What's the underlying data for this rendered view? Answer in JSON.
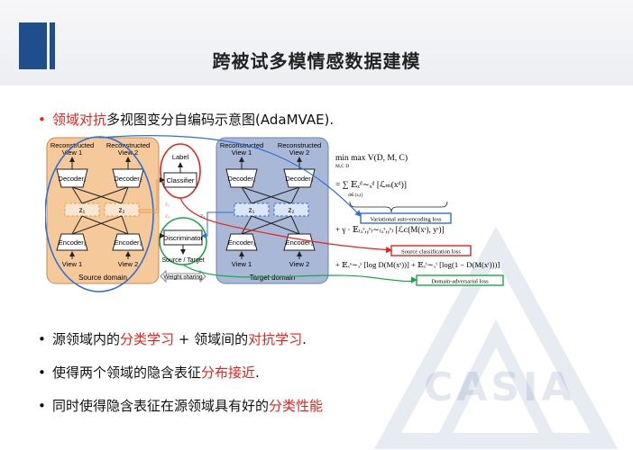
{
  "title": "跨被试多模情感数据建模",
  "intro": {
    "highlight": "领域对抗",
    "rest": "多视图变分自编码示意图(AdaMVAE)."
  },
  "figure": {
    "reconstructed_view1": [
      "Reconstructed",
      "View 1"
    ],
    "reconstructed_view2": [
      "Reconstructed",
      "View 2"
    ],
    "decoder1": "Decoder₁",
    "decoder2": "Decoder₂",
    "encoder1": "Encoder₁",
    "encoder2": "Encoder₂",
    "z1": "z₁",
    "z2": "z₂",
    "z1_small": "z₁",
    "z2_small": "z₂",
    "view1": "View 1",
    "view2": "View 2",
    "source_domain": "Source domain",
    "target_domain": "Target domain",
    "label": "Label",
    "classifier": "Classifier",
    "discriminator": "Discriminator",
    "source_target": "Source / Target",
    "weight_sharing": "Weight sharing",
    "formula": {
      "line1": "min max V(D, M, C)",
      "line1_sub": "M,C    D",
      "line2": "= ∑  𝔼ₓᵈ∼ₓᵈ [ℒₘ(xᵈ)]",
      "line2_sub": "d∈{s,t}",
      "box1": "Variational auto-encoding loss",
      "line3": "+ γ · 𝔼₍ₓˢ,ᵧˢ₎∼₍ₓˢ,ᵧˢ₎ [ℒᴄ(M(xˢ), yˢ)]",
      "box2": "Source classification loss",
      "line4": "+ 𝔼ₓˢ∼ₓˢ [log D(M(xˢ))] + 𝔼ₓᵗ∼ₓᵗ [log(1 − D(M(xᵗ)))]",
      "box3": "Domain-adversarial loss"
    }
  },
  "bullets": [
    {
      "parts": [
        {
          "t": "源领域内的",
          "c": ""
        },
        {
          "t": "分类学习",
          "c": "red"
        },
        {
          "t": " + 领域间的",
          "c": ""
        },
        {
          "t": "对抗学习",
          "c": "red"
        },
        {
          "t": ".",
          "c": ""
        }
      ]
    },
    {
      "parts": [
        {
          "t": "使得两个领域的隐含表征",
          "c": ""
        },
        {
          "t": "分布接近",
          "c": "red"
        },
        {
          "t": ".",
          "c": ""
        }
      ]
    },
    {
      "parts": [
        {
          "t": "同时使得隐含表征在源领域具有好的",
          "c": ""
        },
        {
          "t": "分类性能",
          "c": "red"
        }
      ]
    }
  ],
  "watermark": "CASIA",
  "colors": {
    "brand": "#1f4e8c",
    "accent": "#e8221b",
    "source_bg": "#f6c99b",
    "target_bg": "#a9b8d6",
    "green": "#1aa84a",
    "blue_box": "#2f6fd6"
  }
}
